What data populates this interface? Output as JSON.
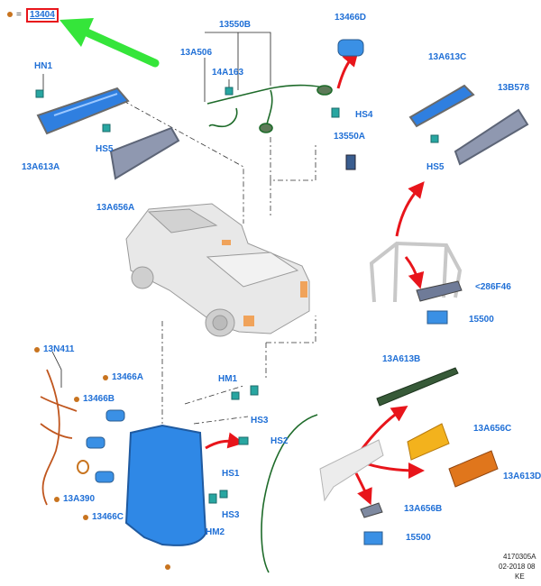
{
  "legend": {
    "value": "13404",
    "equals": "="
  },
  "labels": {
    "hn1": "HN1",
    "l13550b": "13550B",
    "l13466d": "13466D",
    "l13a613c": "13A613C",
    "l13b578": "13B578",
    "l13a506": "13A506",
    "l14a163": "14A163",
    "hs4": "HS4",
    "hs5_left": "HS5",
    "l13a613a": "13A613A",
    "l13550a": "13550A",
    "hs5_right": "HS5",
    "l13a656a": "13A656A",
    "l286f46": "<286F46",
    "l15500_top": "15500",
    "l13n411": "13N411",
    "l13466a": "13466A",
    "l13466b": "13466B",
    "hm1": "HM1",
    "hs3_top": "HS3",
    "hs2": "HS2",
    "hs1": "HS1",
    "hs3_bottom": "HS3",
    "hm2": "HM2",
    "l13a390": "13A390",
    "l13466c": "13466C",
    "l13a613b": "13A613B",
    "l13a656c": "13A656C",
    "l13a613d": "13A613D",
    "l13a656b": "13A656B",
    "l15500_bottom": "15500"
  },
  "footer": {
    "code": "4170305A",
    "date": "02-2018 08",
    "initials": "KE"
  }
}
